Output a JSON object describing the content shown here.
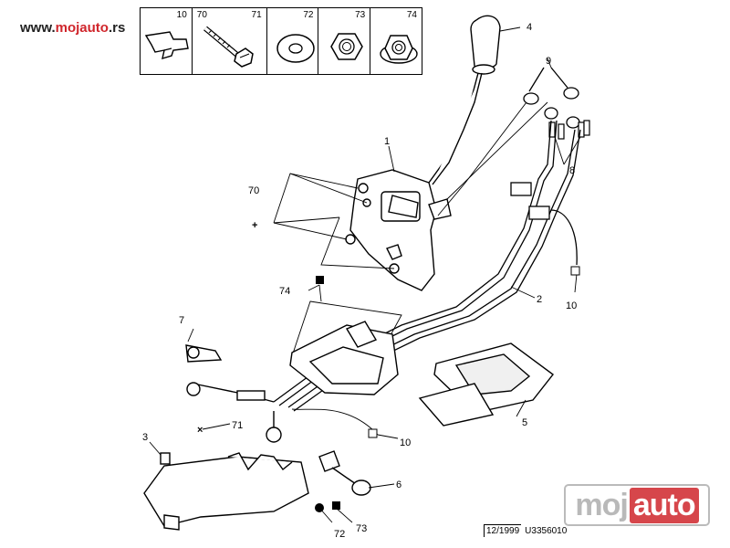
{
  "watermark": {
    "prefix": "www.",
    "brand": "mojauto",
    "suffix": ".rs"
  },
  "legend": {
    "cells": [
      {
        "num": "10"
      },
      {
        "num_left": "70",
        "num_right": "71"
      },
      {
        "num": "72"
      },
      {
        "num": "73"
      },
      {
        "num": "74"
      }
    ]
  },
  "callouts": {
    "c1": "1",
    "c2": "2",
    "c3": "3",
    "c4": "4",
    "c5": "5",
    "c6": "6",
    "c7": "7",
    "c8": "8",
    "c9": "9",
    "c10a": "10",
    "c10b": "10",
    "c70": "70",
    "c71": "71",
    "c72": "72",
    "c73": "73",
    "c74": "74"
  },
  "logo": {
    "part1": "moj",
    "part2": "auto"
  },
  "footer": {
    "date": "12/1999",
    "code": "U3356010"
  }
}
